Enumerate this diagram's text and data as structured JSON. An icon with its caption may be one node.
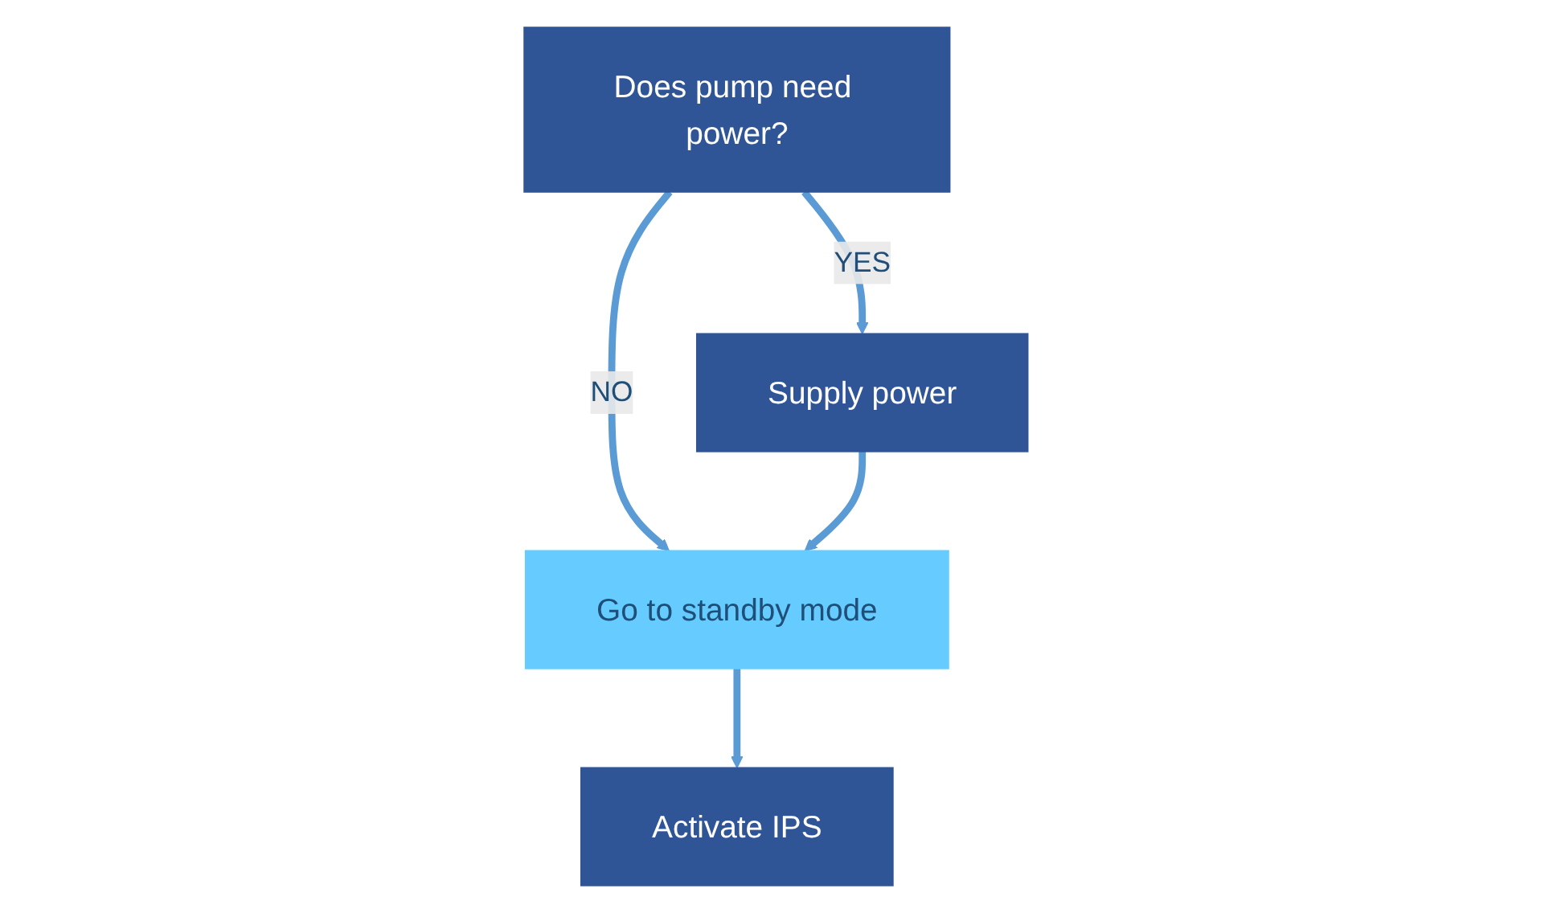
{
  "diagram": {
    "nodes": [
      {
        "text": [
          "Activate IPS"
        ]
      },
      {
        "text": [
          "Does pump need power?"
        ]
      },
      {
        "text": [
          "Go to standby mode"
        ]
      },
      {
        "text": [
          "Supply power"
        ]
      }
    ],
    "edges": [
      {
        "from": 1,
        "to": 2,
        "arrow": "to",
        "label": "NO"
      },
      {
        "from": 1,
        "to": 3,
        "arrow": "to",
        "label": "YES"
      },
      {
        "from": 3,
        "to": 2,
        "arrow": "to"
      },
      {
        "from": 2,
        "to": 0,
        "arrow": "to"
      }
    ]
  }
}
